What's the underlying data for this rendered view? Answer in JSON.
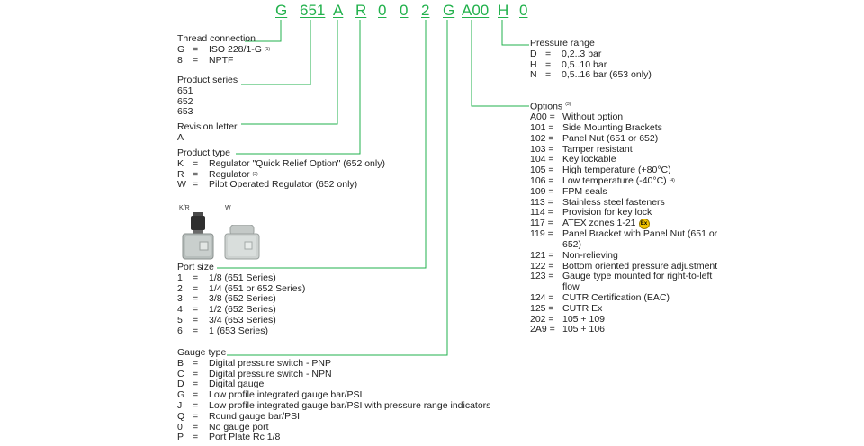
{
  "code": [
    "G",
    "651",
    "A",
    "R",
    "0",
    "0",
    "2",
    "G",
    "A00",
    "H",
    "0"
  ],
  "thread": {
    "title": "Thread connection",
    "note": "(1)",
    "items": [
      {
        "key": "G",
        "eq": "=",
        "text": "ISO 228/1-G",
        "note": "(1)"
      },
      {
        "key": "8",
        "eq": "=",
        "text": "NPTF",
        "note": ""
      }
    ]
  },
  "series": {
    "title": "Product series",
    "items": [
      "651",
      "652",
      "653"
    ]
  },
  "revision": {
    "title": "Revision letter",
    "items": [
      "A"
    ]
  },
  "ptype": {
    "title": "Product type",
    "items": [
      {
        "key": "K",
        "eq": "=",
        "text": "Regulator \"Quick Relief Option\" (652 only)",
        "note": ""
      },
      {
        "key": "R",
        "eq": "=",
        "text": "Regulator",
        "note": "(2)"
      },
      {
        "key": "W",
        "eq": "=",
        "text": "Pilot Operated Regulator (652 only)",
        "note": ""
      }
    ]
  },
  "images": {
    "kr_label": "K/R",
    "w_label": "W"
  },
  "port": {
    "title": "Port size",
    "items": [
      {
        "key": "1",
        "eq": "=",
        "text": "1/8 (651 Series)"
      },
      {
        "key": "2",
        "eq": "=",
        "text": "1/4 (651 or 652 Series)"
      },
      {
        "key": "3",
        "eq": "=",
        "text": "3/8 (652 Series)"
      },
      {
        "key": "4",
        "eq": "=",
        "text": "1/2 (652 Series)"
      },
      {
        "key": "5",
        "eq": "=",
        "text": "3/4 (653 Series)"
      },
      {
        "key": "6",
        "eq": "=",
        "text": "1 (653 Series)"
      }
    ]
  },
  "gauge": {
    "title": "Gauge type",
    "items": [
      {
        "key": "B",
        "eq": "=",
        "text": "Digital pressure switch - PNP"
      },
      {
        "key": "C",
        "eq": "=",
        "text": "Digital pressure switch - NPN"
      },
      {
        "key": "D",
        "eq": "=",
        "text": "Digital gauge"
      },
      {
        "key": "G",
        "eq": "=",
        "text": "Low profile integrated gauge bar/PSI"
      },
      {
        "key": "J",
        "eq": "=",
        "text": "Low profile integrated gauge bar/PSI with pressure range indicators"
      },
      {
        "key": "Q",
        "eq": "=",
        "text": "Round gauge bar/PSI"
      },
      {
        "key": "0",
        "eq": "=",
        "text": "No gauge port"
      },
      {
        "key": "P",
        "eq": "=",
        "text": "Port Plate Rc 1/8"
      }
    ]
  },
  "pressure": {
    "title": "Pressure range",
    "items": [
      {
        "key": "D",
        "eq": "=",
        "text": "0,2..3 bar"
      },
      {
        "key": "H",
        "eq": "=",
        "text": "0,5..10 bar"
      },
      {
        "key": "N",
        "eq": "=",
        "text": "0,5..16 bar (653 only)"
      }
    ]
  },
  "options": {
    "title": "Options",
    "note": "(3)",
    "items": [
      {
        "key": "A00 =",
        "text": "Without option",
        "note": ""
      },
      {
        "key": "101 =",
        "text": "Side Mounting Brackets",
        "note": ""
      },
      {
        "key": "102 =",
        "text": "Panel Nut (651 or 652)",
        "note": ""
      },
      {
        "key": "103 =",
        "text": "Tamper resistant",
        "note": ""
      },
      {
        "key": "104 =",
        "text": "Key lockable",
        "note": ""
      },
      {
        "key": "105 =",
        "text": "High temperature (+80°C)",
        "note": ""
      },
      {
        "key": "106 =",
        "text": "Low temperature (-40°C)",
        "note": "(4)"
      },
      {
        "key": "109 =",
        "text": "FPM seals",
        "note": ""
      },
      {
        "key": "113 =",
        "text": "Stainless steel fasteners",
        "note": ""
      },
      {
        "key": "114 =",
        "text": "Provision for key lock",
        "note": ""
      },
      {
        "key": "117 =",
        "text": "ATEX zones 1-21",
        "note": "",
        "atex": "Ex"
      },
      {
        "key": "119 =",
        "text": "Panel Bracket with Panel Nut (651 or",
        "note": ""
      },
      {
        "key": "",
        "text": "652)",
        "note": ""
      },
      {
        "key": "121 =",
        "text": "Non-relieving",
        "note": ""
      },
      {
        "key": "122 =",
        "text": "Bottom oriented pressure adjustment",
        "note": ""
      },
      {
        "key": "123 =",
        "text": "Gauge type mounted for right-to-left",
        "note": ""
      },
      {
        "key": "",
        "text": "flow",
        "note": ""
      },
      {
        "key": "124 =",
        "text": "CUTR Certification (EAC)",
        "note": ""
      },
      {
        "key": "125 =",
        "text": "CUTR Ex",
        "note": ""
      },
      {
        "key": "202 =",
        "text": "105 + 109",
        "note": ""
      },
      {
        "key": "2A9 =",
        "text": "105 + 106",
        "note": ""
      }
    ]
  },
  "colors": {
    "accent": "#22b14c",
    "text": "#222222"
  }
}
